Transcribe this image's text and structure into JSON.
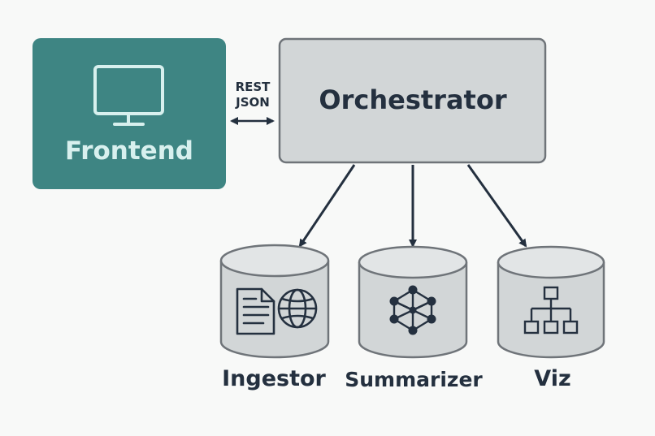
{
  "frontend": {
    "label": "Frontend",
    "icon": "monitor-icon",
    "color": "#3e8583"
  },
  "connection": {
    "line1": "REST",
    "line2": "JSON"
  },
  "orchestrator": {
    "label": "Orchestrator",
    "color": "#d2d6d7"
  },
  "services": [
    {
      "label": "Ingestor",
      "icons": [
        "document-icon",
        "globe-icon"
      ]
    },
    {
      "label": "Summarizer",
      "icons": [
        "network-graph-icon"
      ]
    },
    {
      "label": "Viz",
      "icons": [
        "hierarchy-icon"
      ]
    }
  ]
}
